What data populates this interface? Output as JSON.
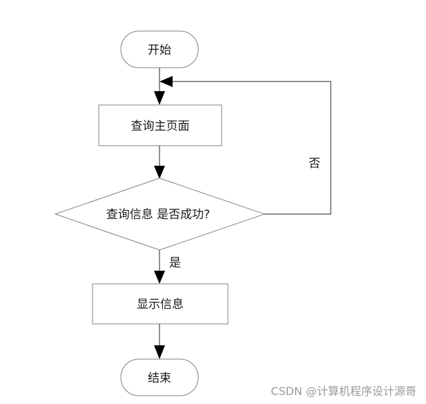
{
  "nodes": {
    "start": "开始",
    "query_page": "查询主页面",
    "decision": "查询信息 是否成功?",
    "show_info": "显示信息",
    "end": "结束"
  },
  "edges": {
    "no_label": "否",
    "yes_label": "是"
  },
  "watermark": "CSDN @计算机程序设计源哥"
}
